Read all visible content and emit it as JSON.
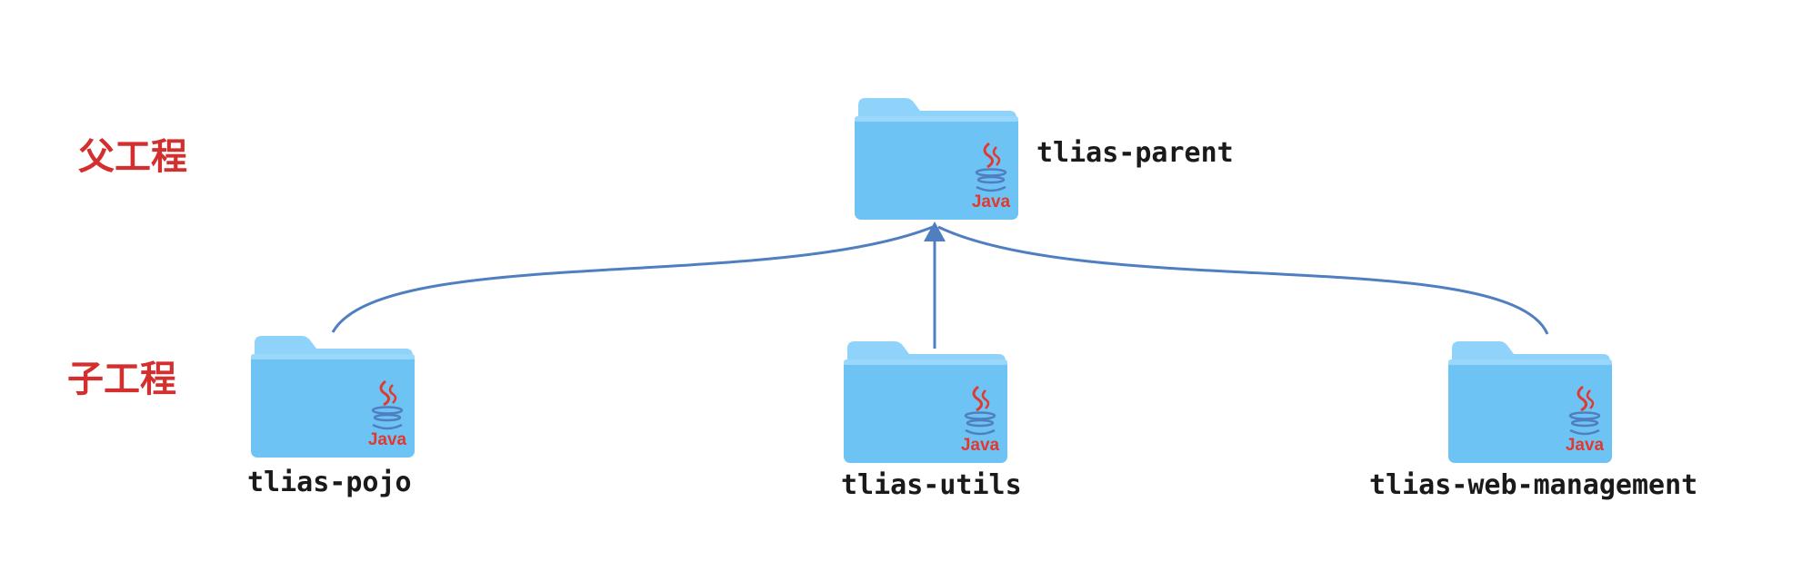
{
  "labels": {
    "parent_level": "父工程",
    "child_level": "子工程"
  },
  "nodes": {
    "parent": {
      "name": "tlias-parent",
      "badge": "Java",
      "icon": "java-folder-icon"
    },
    "pojo": {
      "name": "tlias-pojo",
      "badge": "Java",
      "icon": "java-folder-icon"
    },
    "utils": {
      "name": "tlias-utils",
      "badge": "Java",
      "icon": "java-folder-icon"
    },
    "web": {
      "name": "tlias-web-management",
      "badge": "Java",
      "icon": "java-folder-icon"
    }
  },
  "colors": {
    "label_red": "#d32f2f",
    "folder_blue": "#6ec3f5",
    "folder_tab": "#8fd2fa",
    "arrow_blue": "#4f7fc0",
    "java_red": "#e03a2f"
  }
}
